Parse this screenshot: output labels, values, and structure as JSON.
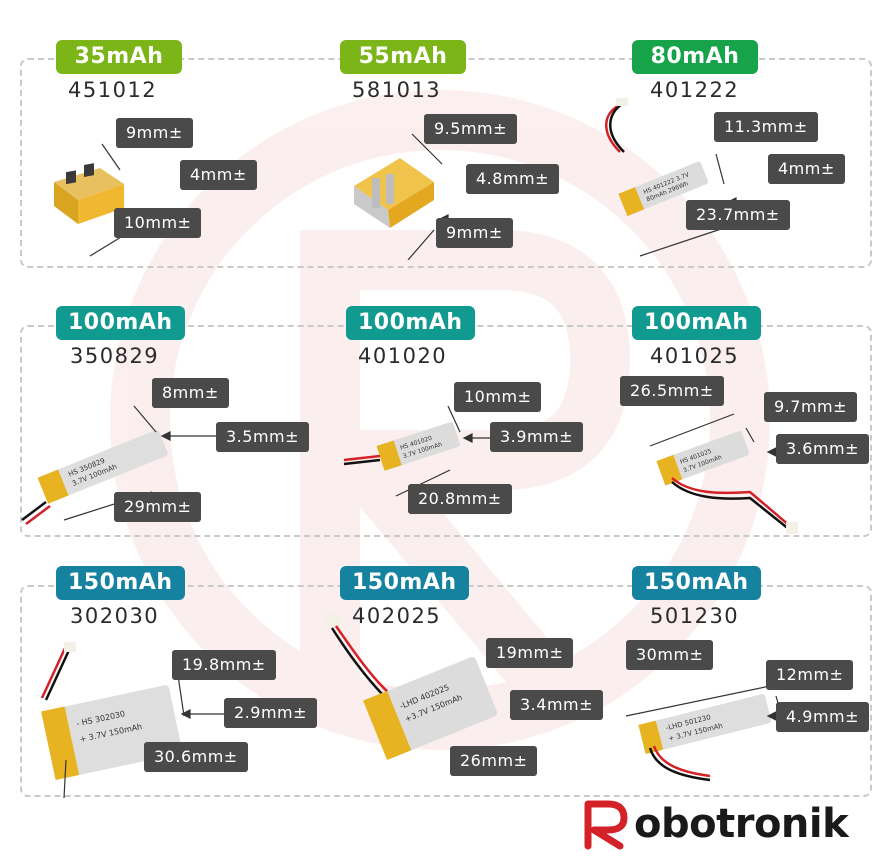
{
  "cells": [
    {
      "capacity": "35mAh",
      "model": "451012",
      "dims": [
        "9mm±",
        "4mm±",
        "10mm±"
      ]
    },
    {
      "capacity": "55mAh",
      "model": "581013",
      "dims": [
        "9.5mm±",
        "4.8mm±",
        "9mm±"
      ]
    },
    {
      "capacity": "80mAh",
      "model": "401222",
      "dims": [
        "11.3mm±",
        "4mm±",
        "23.7mm±"
      ]
    },
    {
      "capacity": "100mAh",
      "model": "350829",
      "dims": [
        "8mm±",
        "3.5mm±",
        "29mm±"
      ]
    },
    {
      "capacity": "100mAh",
      "model": "401020",
      "dims": [
        "10mm±",
        "3.9mm±",
        "20.8mm±"
      ]
    },
    {
      "capacity": "100mAh",
      "model": "401025",
      "dims": [
        "26.5mm±",
        "9.7mm±",
        "3.6mm±"
      ]
    },
    {
      "capacity": "150mAh",
      "model": "302030",
      "dims": [
        "19.8mm±",
        "2.9mm±",
        "30.6mm±"
      ]
    },
    {
      "capacity": "150mAh",
      "model": "402025",
      "dims": [
        "19mm±",
        "3.4mm±",
        "26mm±"
      ]
    },
    {
      "capacity": "150mAh",
      "model": "501230",
      "dims": [
        "30mm±",
        "12mm±",
        "4.9mm±"
      ]
    }
  ],
  "brand": {
    "name": "obotronik",
    "logo_letter": "R"
  },
  "colors": {
    "badge_lime": "#7cb518",
    "badge_green": "#17a34a",
    "badge_teal": "#119a8f",
    "badge_blue": "#1583a0",
    "dim_label_bg": "#4a4a4a",
    "brand_red": "#d42027"
  }
}
